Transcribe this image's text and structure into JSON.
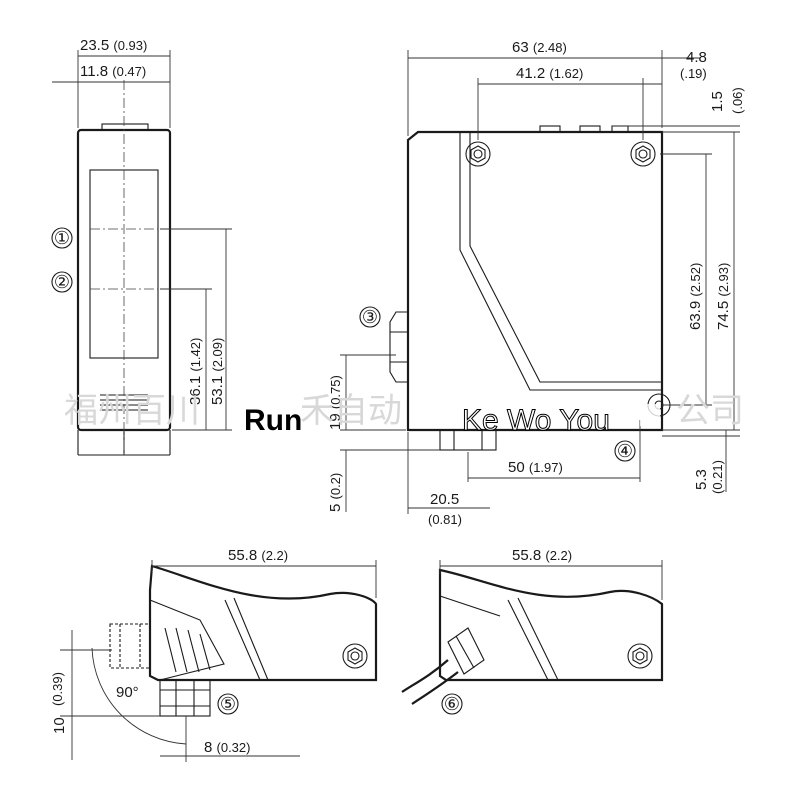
{
  "labels": {
    "d_23_5": "23.5",
    "d_23_5_in": "(0.93)",
    "d_11_8": "11.8",
    "d_11_8_in": "(0.47)",
    "d_63": "63",
    "d_63_in": "(2.48)",
    "d_4_8": "4.8",
    "d_4_8_in": "(.19)",
    "d_41_2": "41.2",
    "d_41_2_in": "(1.62)",
    "d_1_5": "1.5",
    "d_1_5_in": "(.06)",
    "d_63_9": "63.9",
    "d_63_9_in": "(2.52)",
    "d_74_5": "74.5",
    "d_74_5_in": "(2.93)",
    "d_36_1": "36.1",
    "d_36_1_in": "(1.42)",
    "d_53_1": "53.1",
    "d_53_1_in": "(2.09)",
    "d_19": "19",
    "d_19_in": "(0.75)",
    "d_50": "50",
    "d_50_in": "(1.97)",
    "d_5_3": "5.3",
    "d_5_3_in": "(0.21)",
    "d_5": "5",
    "d_5_in": "(0.2)",
    "d_20_5": "20.5",
    "d_20_5_in": "(0.81)",
    "d_55_8_a": "55.8",
    "d_55_8_a_in": "(2.2)",
    "d_55_8_b": "55.8",
    "d_55_8_b_in": "(2.2)",
    "d_10": "10",
    "d_10_in": "(0.39)",
    "d_90": "90°",
    "d_8": "8",
    "d_8_in": "(0.32)"
  },
  "callouts": [
    "①",
    "②",
    "③",
    "④",
    "⑤",
    "⑥"
  ],
  "watermark": {
    "left_faint": "福州百川",
    "bold_left": "Run",
    "mid_faint": "禾自动",
    "bold_right": "Ke Wo You",
    "right_faint": "公司"
  }
}
